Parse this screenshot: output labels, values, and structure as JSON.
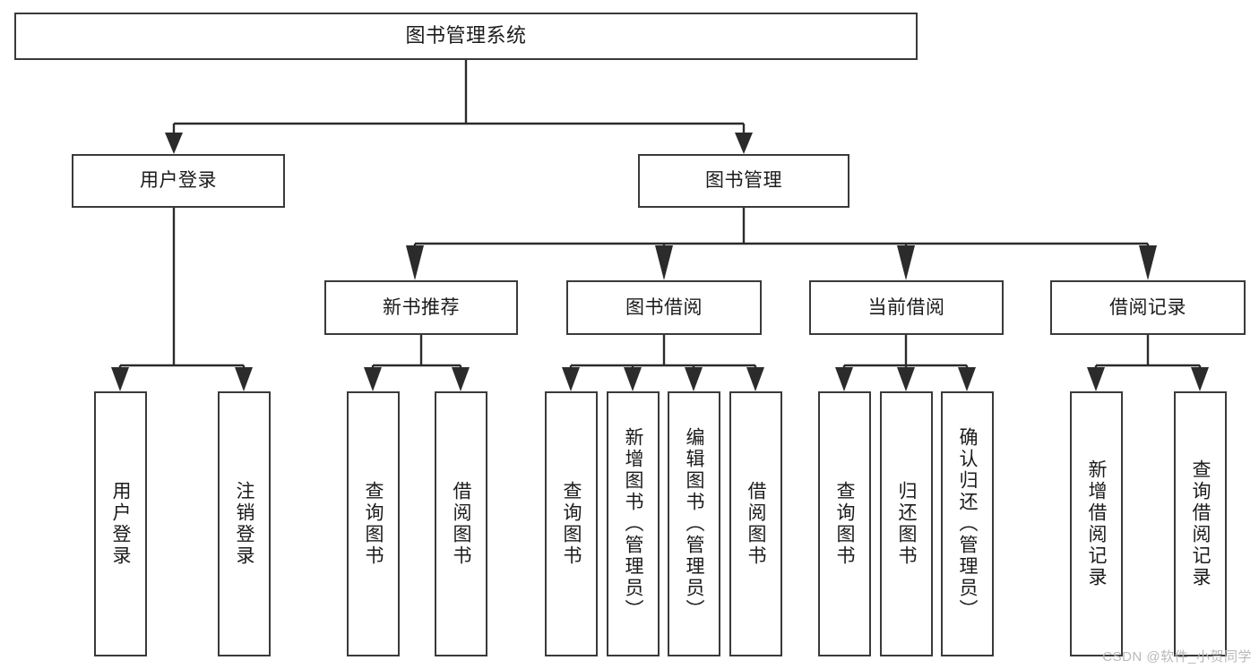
{
  "diagram": {
    "type": "tree-hierarchy-diagram",
    "title": "图书管理系统",
    "orientation": "top-down",
    "colors": {
      "box_border": "#3a3a3a",
      "box_fill": "#ffffff",
      "connector": "#2b2b2b",
      "text": "#1b1b1b",
      "watermark": "#b9b9b9",
      "background": "#ffffff"
    },
    "root": {
      "id": "root",
      "label": "图书管理系统",
      "level": 0
    },
    "level1": [
      {
        "id": "user-login",
        "label": "用户登录"
      },
      {
        "id": "book-management",
        "label": "图书管理"
      }
    ],
    "level2": [
      {
        "id": "new-book-recommend",
        "label": "新书推荐",
        "parent": "book-management"
      },
      {
        "id": "book-borrow",
        "label": "图书借阅",
        "parent": "book-management"
      },
      {
        "id": "current-borrow",
        "label": "当前借阅",
        "parent": "book-management"
      },
      {
        "id": "borrow-record",
        "label": "借阅记录",
        "parent": "book-management"
      }
    ],
    "leaves": {
      "user_login": [
        {
          "id": "leaf-user-login",
          "label": "用户登录"
        },
        {
          "id": "leaf-logout-login",
          "label": "注销登录"
        }
      ],
      "new_book_recommend": [
        {
          "id": "leaf-query-book-1",
          "label": "查询图书"
        },
        {
          "id": "leaf-borrow-book-1",
          "label": "借阅图书"
        }
      ],
      "book_borrow": [
        {
          "id": "leaf-query-book-2",
          "label": "查询图书"
        },
        {
          "id": "leaf-add-book",
          "label": "新增图书（管理员）"
        },
        {
          "id": "leaf-edit-book",
          "label": "编辑图书（管理员）"
        },
        {
          "id": "leaf-borrow-book-2",
          "label": "借阅图书"
        }
      ],
      "current_borrow": [
        {
          "id": "leaf-query-book-3",
          "label": "查询图书"
        },
        {
          "id": "leaf-return-book",
          "label": "归还图书"
        },
        {
          "id": "leaf-confirm-return",
          "label": "确认归还（管理员）"
        }
      ],
      "borrow_record": [
        {
          "id": "leaf-add-record",
          "label": "新增借阅记录"
        },
        {
          "id": "leaf-query-record",
          "label": "查询借阅记录"
        }
      ]
    }
  },
  "watermark": {
    "text": "CSDN @软件_小贺同学"
  }
}
